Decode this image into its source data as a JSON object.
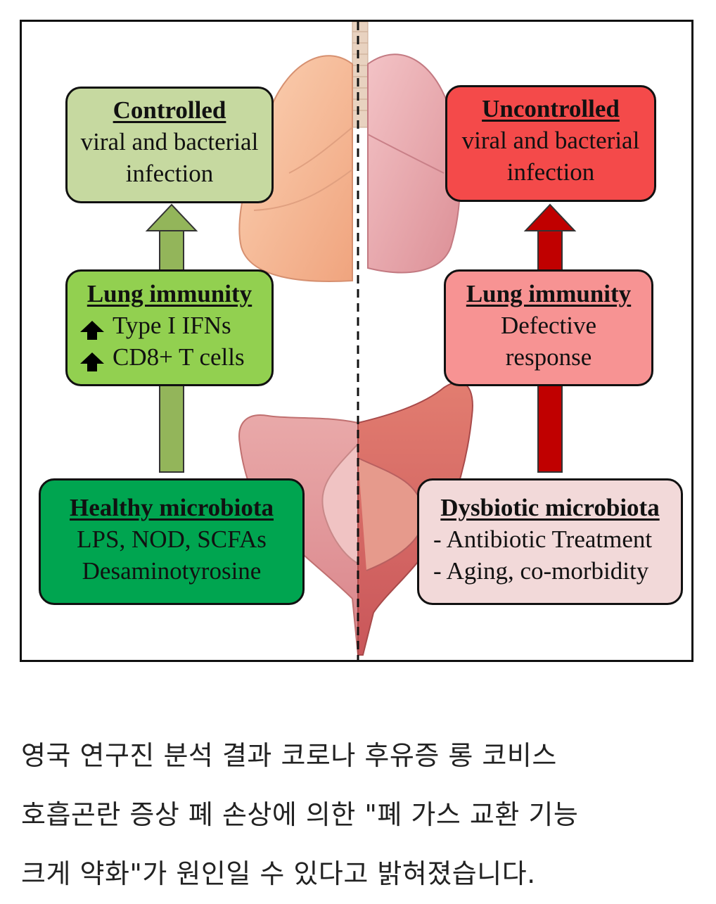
{
  "diagram": {
    "left": {
      "top_box": {
        "heading": "Controlled",
        "line1": "viral and bacterial",
        "line2": "infection"
      },
      "middle_box": {
        "heading": "Lung immunity",
        "item1": "Type I IFNs",
        "item2": "CD8+ T cells",
        "item_icon": "up-arrow-icon"
      },
      "bottom_box": {
        "heading": "Healthy microbiota",
        "line1": "LPS, NOD, SCFAs",
        "line2": "Desaminotyrosine"
      },
      "colors": {
        "top_box": "#c6d9a0",
        "middle_box": "#92d050",
        "bottom_box": "#00a550",
        "arrow": "#93b55a"
      }
    },
    "right": {
      "top_box": {
        "heading": "Uncontrolled",
        "line1": "viral and bacterial",
        "line2": "infection"
      },
      "middle_box": {
        "heading": "Lung immunity",
        "line1": "Defective",
        "line2": "response"
      },
      "bottom_box": {
        "heading": "Dysbiotic microbiota",
        "line1": "- Antibiotic Treatment",
        "line2": "- Aging, co-morbidity"
      },
      "colors": {
        "top_box": "#f44a4a",
        "middle_box": "#f79393",
        "bottom_box": "#f2d9d9",
        "arrow": "#c00000"
      }
    },
    "divider_icon": "dashed-divider",
    "background_icons": [
      "lung-icon",
      "intestine-icon"
    ]
  },
  "caption": {
    "line1": "영국 연구진 분석 결과 코로나 후유증 롱 코비스",
    "line2": "호흡곤란 증상 폐 손상에 의한 \"폐 가스 교환 기능",
    "line3": "크게 약화\"가 원인일 수 있다고 밝혀졌습니다."
  }
}
